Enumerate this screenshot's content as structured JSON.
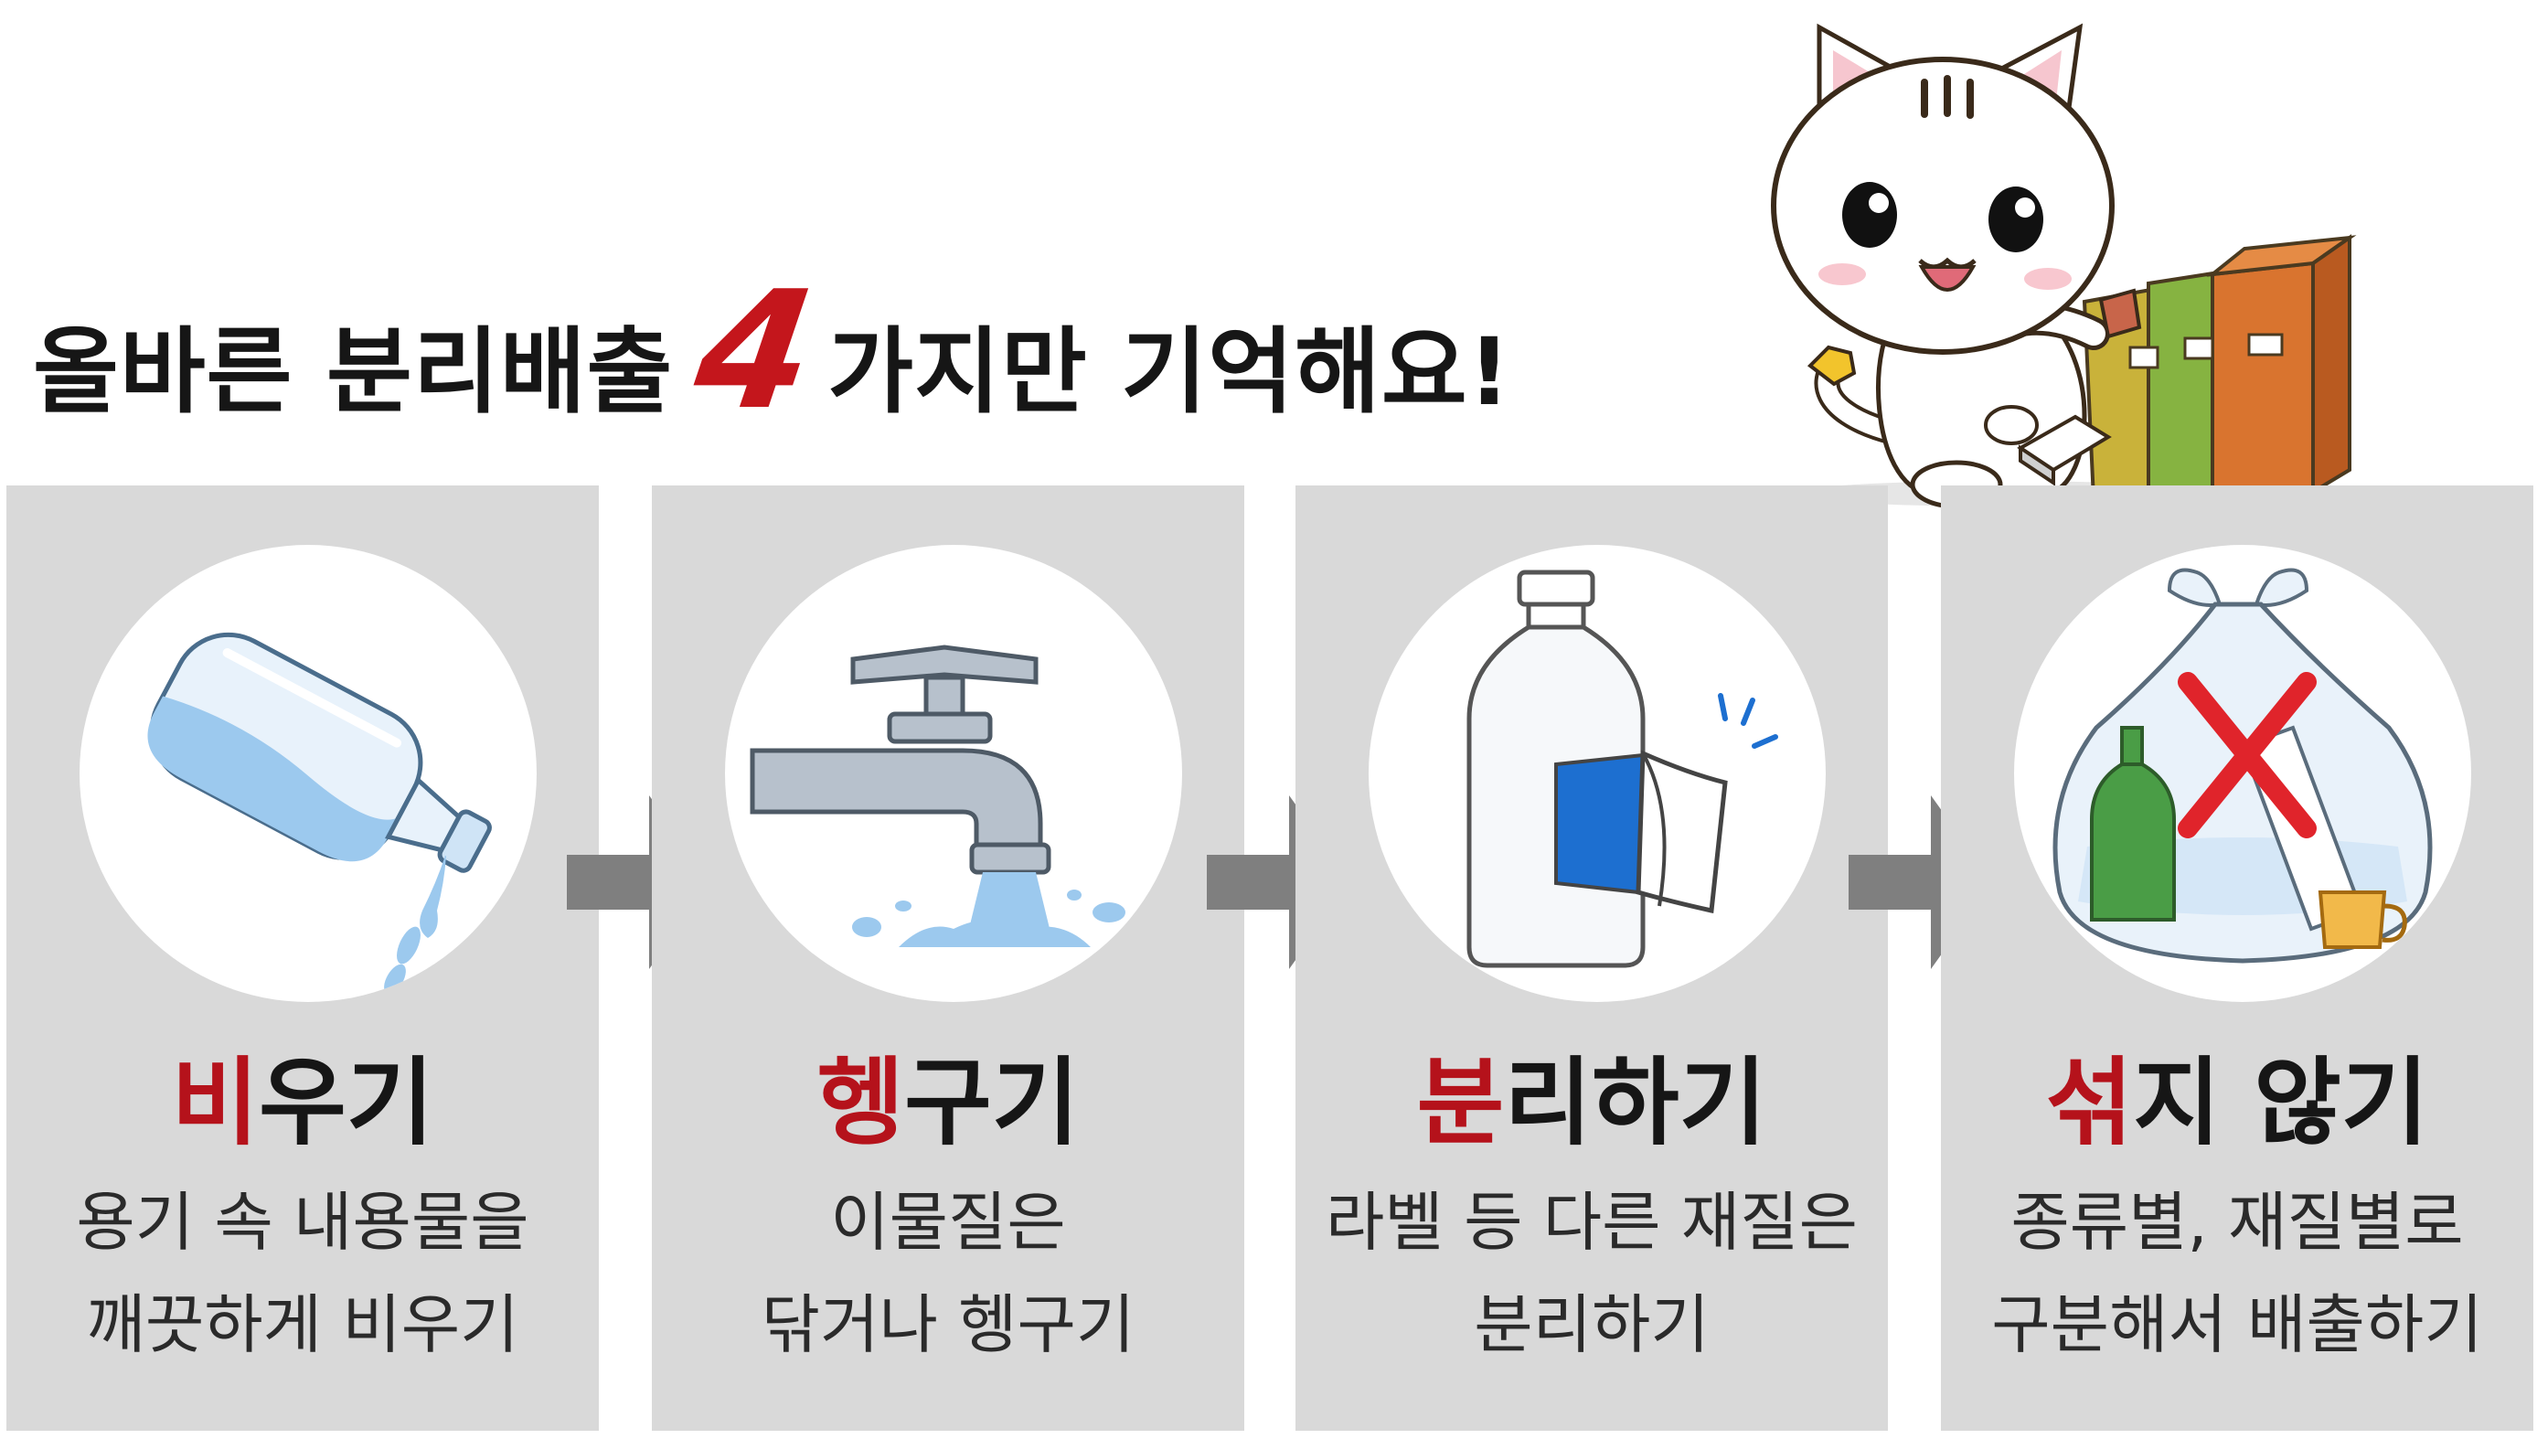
{
  "headline": {
    "before": "올바른 분리배출",
    "number": "4",
    "after": "가지만 기억해요!"
  },
  "steps": [
    {
      "highlight": "비",
      "rest": "우기",
      "desc": [
        "용기 속 내용물을",
        "깨끗하게 비우기"
      ],
      "icon": "pouring-bottle-icon"
    },
    {
      "highlight": "헹",
      "rest": "구기",
      "desc": [
        "이물질은",
        "닦거나 헹구기"
      ],
      "icon": "water-faucet-icon"
    },
    {
      "highlight": "분",
      "rest": "리하기",
      "desc": [
        "라벨 등 다른 재질은",
        "분리하기"
      ],
      "icon": "label-removal-bottle-icon"
    },
    {
      "highlight": "섞",
      "rest": "지 않기",
      "desc": [
        "종류별, 재질별로",
        "구분해서 배출하기"
      ],
      "icon": "mixed-trash-bag-icon"
    }
  ],
  "colors": {
    "accent": "#c4161c",
    "panel": "#d9d9d9",
    "arrow": "#7f7f7f",
    "water": "#9cc9ee"
  }
}
